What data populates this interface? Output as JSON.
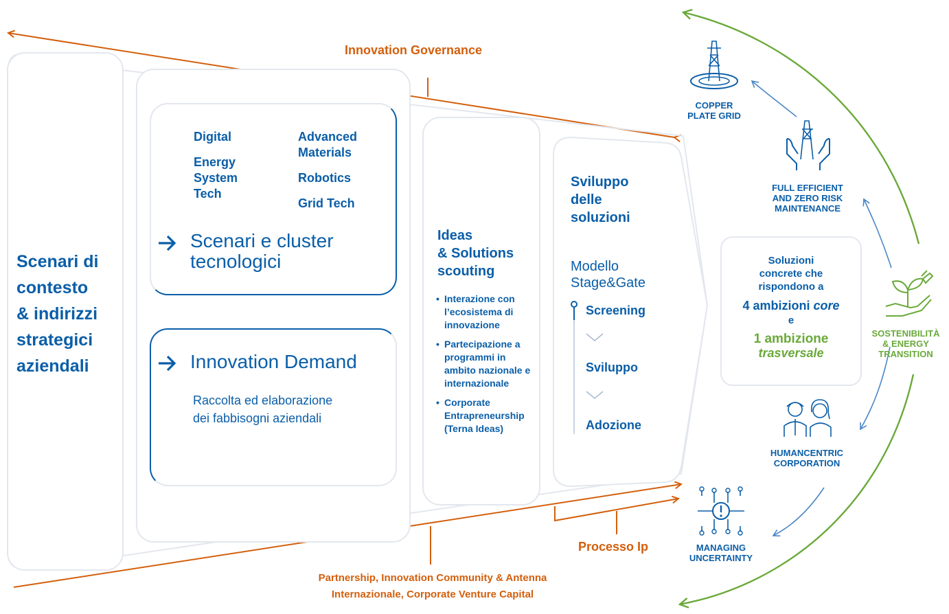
{
  "governance_label": "Innovation Governance",
  "context": {
    "title_lines": [
      "Scenari di",
      "contesto",
      "& indirizzi",
      "strategici",
      "aziendali"
    ]
  },
  "clusters": {
    "col1": [
      "Digital",
      "Energy System Tech"
    ],
    "col2": [
      "Advanced Materials",
      "Robotics",
      "Grid Tech"
    ],
    "title_line1": "Scenari e cluster",
    "title_line2": "tecnologici"
  },
  "demand": {
    "title": "Innovation Demand",
    "desc_line1": "Raccolta ed elaborazione",
    "desc_line2": "dei fabbisogni aziendali"
  },
  "scouting": {
    "title_lines": [
      "Ideas",
      "& Solutions",
      "scouting"
    ],
    "bullets": [
      "Interazione con l’ecosistema di innovazione",
      "Partecipazione a programmi in ambito nazionale e internazionale",
      "Corporate Entrapreneurship (Terna Ideas)"
    ]
  },
  "sviluppo": {
    "title_lines": [
      "Sviluppo",
      "delle",
      "soluzioni"
    ],
    "model_lines": [
      "Modello",
      "Stage&Gate"
    ],
    "stages": [
      "Screening",
      "Sviluppo",
      "Adozione"
    ]
  },
  "solutions_box": {
    "line1": "Soluzioni",
    "line2": "concrete che",
    "line3": "rispondono a",
    "core_prefix": "4 ambizioni ",
    "core_italic": "core",
    "conj": "e",
    "transv_line1": "1 ambizione",
    "transv_line2": "trasversale"
  },
  "ambitions": {
    "copper": [
      "COPPER",
      "PLATE GRID"
    ],
    "maintenance": [
      "FULL EFFICIENT",
      "AND ZERO RISK",
      "MAINTENANCE"
    ],
    "sustainability": [
      "SOSTENIBILITÀ",
      "& ENERGY",
      "TRANSITION"
    ],
    "humancentric": [
      "HUMANCENTRIC",
      "CORPORATION"
    ],
    "uncertainty": [
      "MANAGING",
      "UNCERTAINTY"
    ]
  },
  "processo_label": "Processo Ip",
  "partnership_lines": [
    "Partnership, Innovation Community & Antenna",
    "Internazionale, Corporate Venture Capital"
  ],
  "colors": {
    "blue": "#0a5ea8",
    "orange": "#d35f0c",
    "green": "#6aa93a",
    "card_border": "#e3e7ee"
  }
}
